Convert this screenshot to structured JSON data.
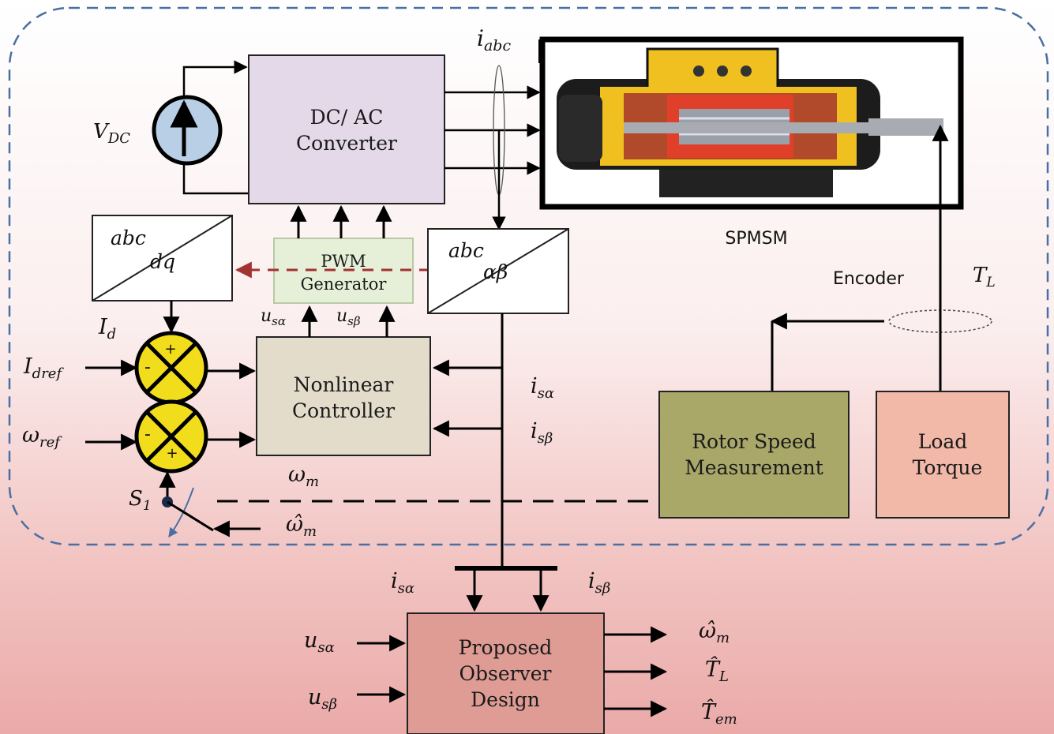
{
  "blocks": {
    "converter": [
      "DC/ AC",
      "Converter"
    ],
    "pwm": [
      "PWM",
      "Generator"
    ],
    "controller": [
      "Nonlinear",
      "Controller"
    ],
    "rotor_speed": [
      "Rotor Speed",
      "Measurement"
    ],
    "load_torque": [
      "Load",
      "Torque"
    ],
    "observer": [
      "Proposed",
      "Observer",
      "Design"
    ],
    "abc_dq": {
      "top": "abc",
      "bottom": "dq"
    },
    "abc_ab": {
      "top": "abc",
      "bottom": "αβ"
    }
  },
  "labels": {
    "vdc": "V",
    "vdc_sub": "DC",
    "iabc": "i",
    "iabc_sub": "abc",
    "motor": "SPMSM",
    "encoder": "Encoder",
    "tl": "T",
    "tl_sub": "L",
    "id": "I",
    "id_sub": "d",
    "idref": "I",
    "idref_sub": "dref",
    "wref": "ω",
    "wref_sub": "ref",
    "wm": "ω",
    "wm_sub": "m",
    "s1": "S",
    "s1_sub": "1",
    "wm_hat_in": "ω̂",
    "wm_hat_in_sub": "m",
    "usa": "u",
    "usa_sub": "sα",
    "usb": "u",
    "usb_sub": "sβ",
    "isa": "i",
    "isa_sub": "sα",
    "isb": "i",
    "isb_sub": "sβ",
    "out_wm": "ω̂",
    "out_wm_sub": "m",
    "out_tl": "T̂",
    "out_tl_sub": "L",
    "out_tem": "T̂",
    "out_tem_sub": "em",
    "plus": "+",
    "minus": "-"
  },
  "colors": {
    "border_dash": "#4a6fa5",
    "converter_fill": "#e3d9e8",
    "pwm_fill": "#e6f0d8",
    "controller_fill": "#e4dccb",
    "rotor_fill": "#a9a869",
    "load_fill": "#f2b8a8",
    "observer_fill": "#de9c94",
    "summer_fill": "#f2dd1c",
    "source_fill": "#b9cfe6",
    "feedback_arrow": "#a33232"
  },
  "icons": [
    "voltage-source-icon",
    "motor-image-icon",
    "summing-junction-icon",
    "switch-icon"
  ]
}
